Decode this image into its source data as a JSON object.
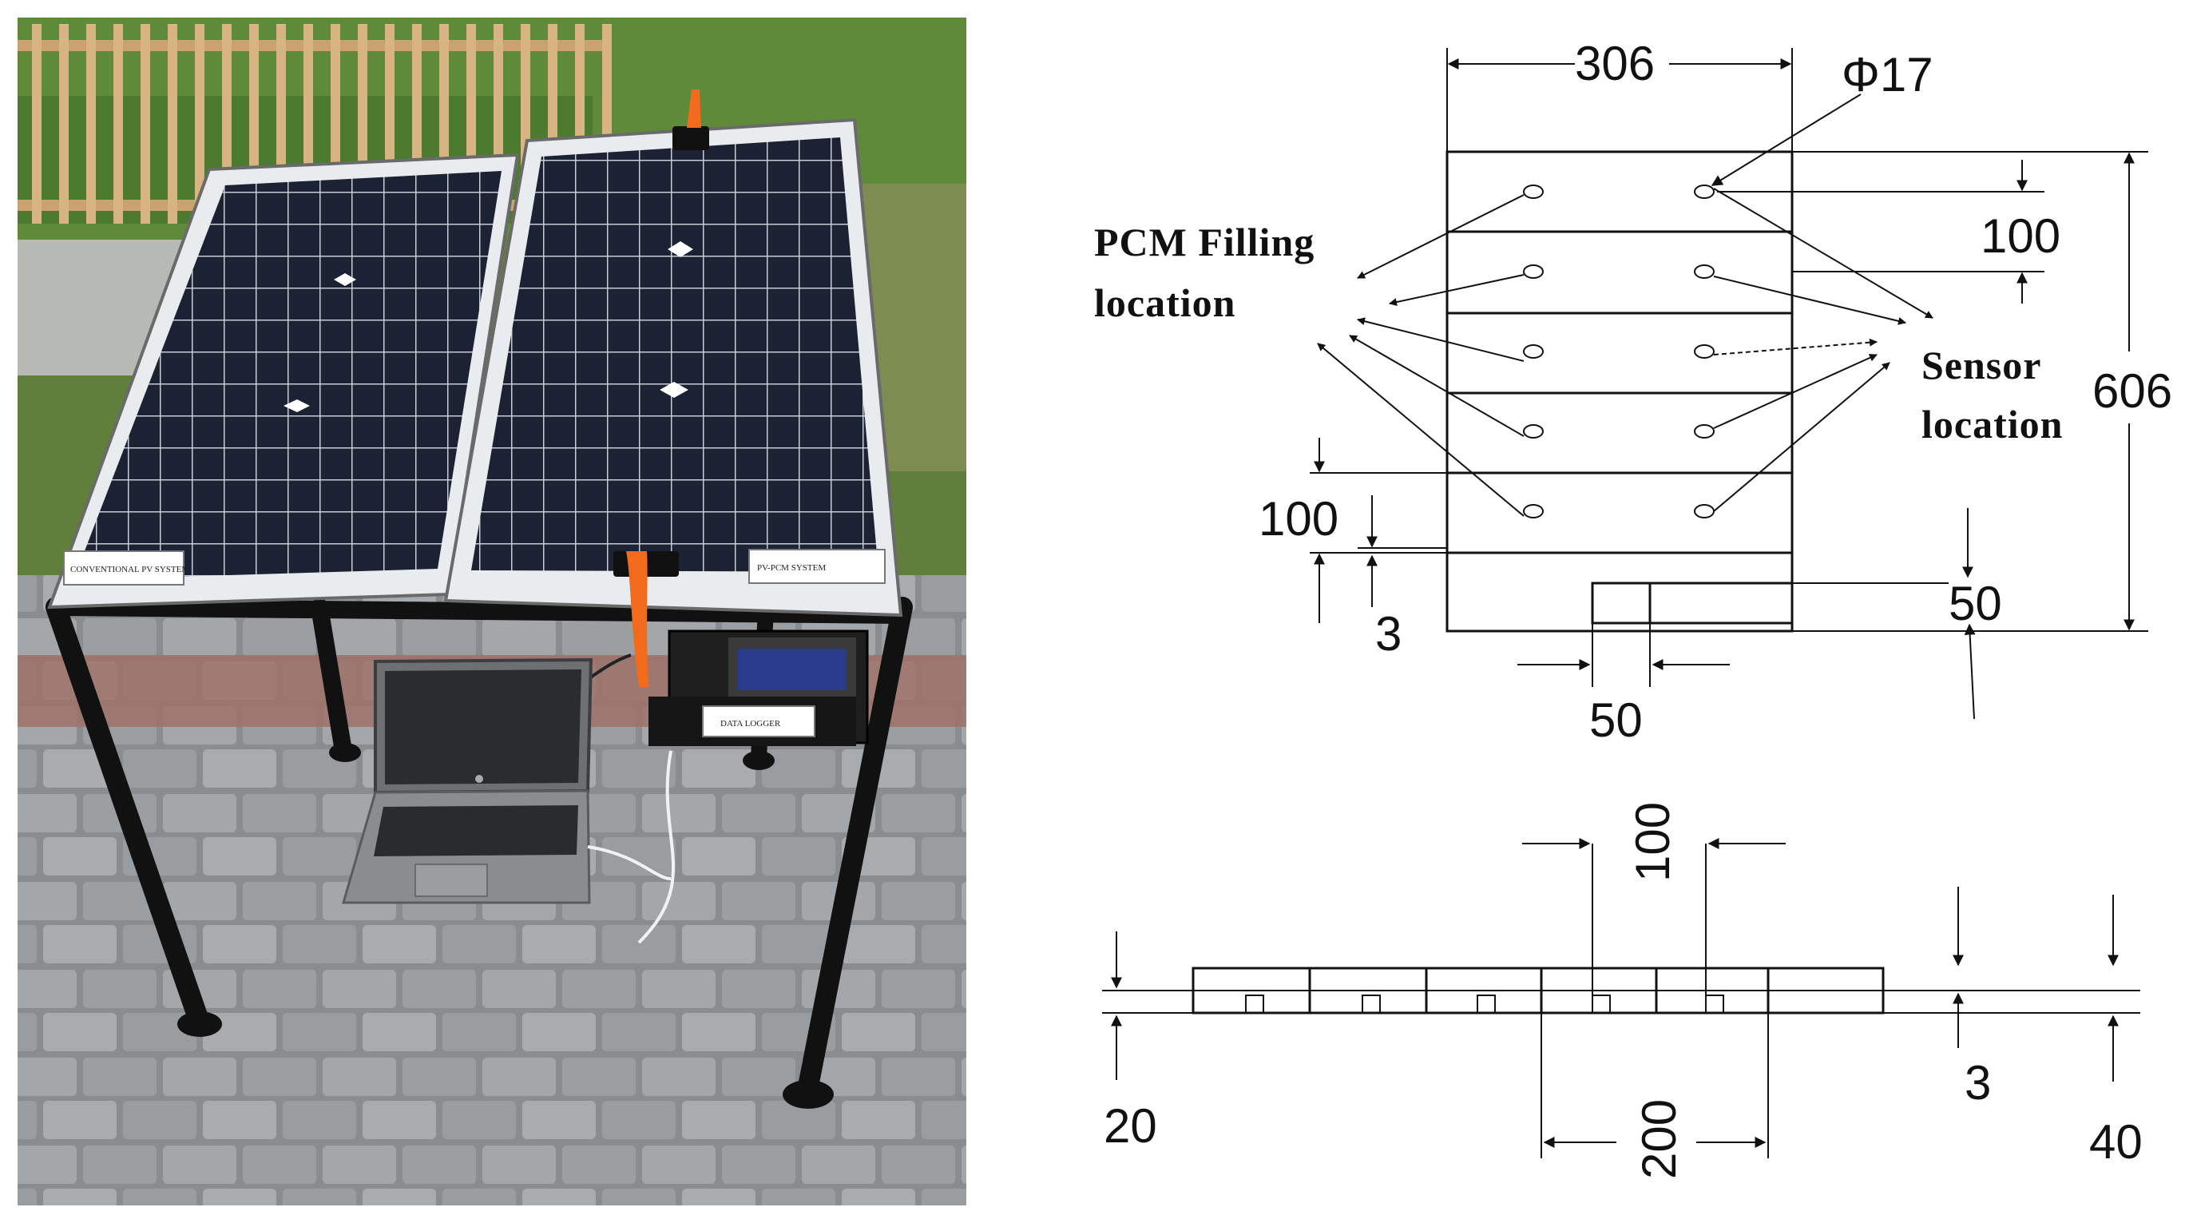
{
  "photo": {
    "panel_labels": {
      "conventional": "CONVENTIONAL PV SYSTEM",
      "pcm": "PV-PCM SYSTEM"
    },
    "data_logger_label": "DATA LOGGER"
  },
  "drawing": {
    "top_view": {
      "width": "306",
      "diameter": "Φ17",
      "height": "606",
      "channel_pitch": "100",
      "bottom_offset": "100",
      "wall": "3",
      "slot_height": "50",
      "slot_width": "50"
    },
    "side_view": {
      "spacing": "100",
      "thickness_left": "20",
      "wall": "3",
      "thickness_right": "40",
      "span": "200"
    },
    "labels": {
      "pcm_line1": "PCM Filling",
      "pcm_line2": "location",
      "sensor_line1": "Sensor",
      "sensor_line2": "location"
    }
  },
  "colors": {
    "orange_clamp": "#f26b1d",
    "panel_cell": "#1b2233",
    "frame": "#111111",
    "lcd": "#2a3a8c"
  }
}
